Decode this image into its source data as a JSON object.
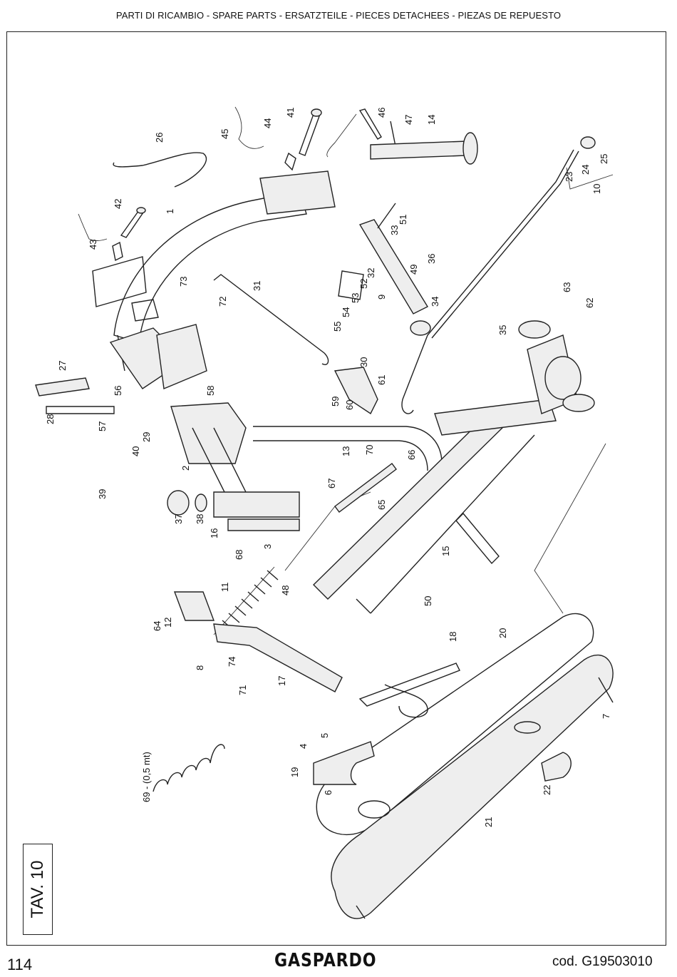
{
  "header": {
    "title": "PARTI DI RICAMBIO - SPARE PARTS - ERSATZTEILE - PIECES DETACHEES - PIEZAS DE REPUESTO"
  },
  "plate": {
    "label": "TAV. 10"
  },
  "footer": {
    "page": "114",
    "brand": "GASPARDO",
    "code": "cod.  G19503010"
  },
  "note": {
    "spring_length": "69 - (0,5 mt)"
  },
  "parts": [
    "1",
    "2",
    "3",
    "4",
    "5",
    "6",
    "7",
    "8",
    "9",
    "10",
    "11",
    "12",
    "13",
    "14",
    "15",
    "16",
    "17",
    "18",
    "19",
    "20",
    "21",
    "22",
    "23",
    "24",
    "25",
    "26",
    "27",
    "28",
    "29",
    "30",
    "31",
    "32",
    "33",
    "34",
    "35",
    "36",
    "37",
    "38",
    "39",
    "40",
    "41",
    "42",
    "43",
    "44",
    "45",
    "46",
    "47",
    "48",
    "49",
    "50",
    "51",
    "52",
    "53",
    "54",
    "55",
    "56",
    "57",
    "58",
    "59",
    "60",
    "61",
    "62",
    "63",
    "64",
    "65",
    "66",
    "67",
    "68",
    "70",
    "71",
    "72",
    "73",
    "74"
  ]
}
